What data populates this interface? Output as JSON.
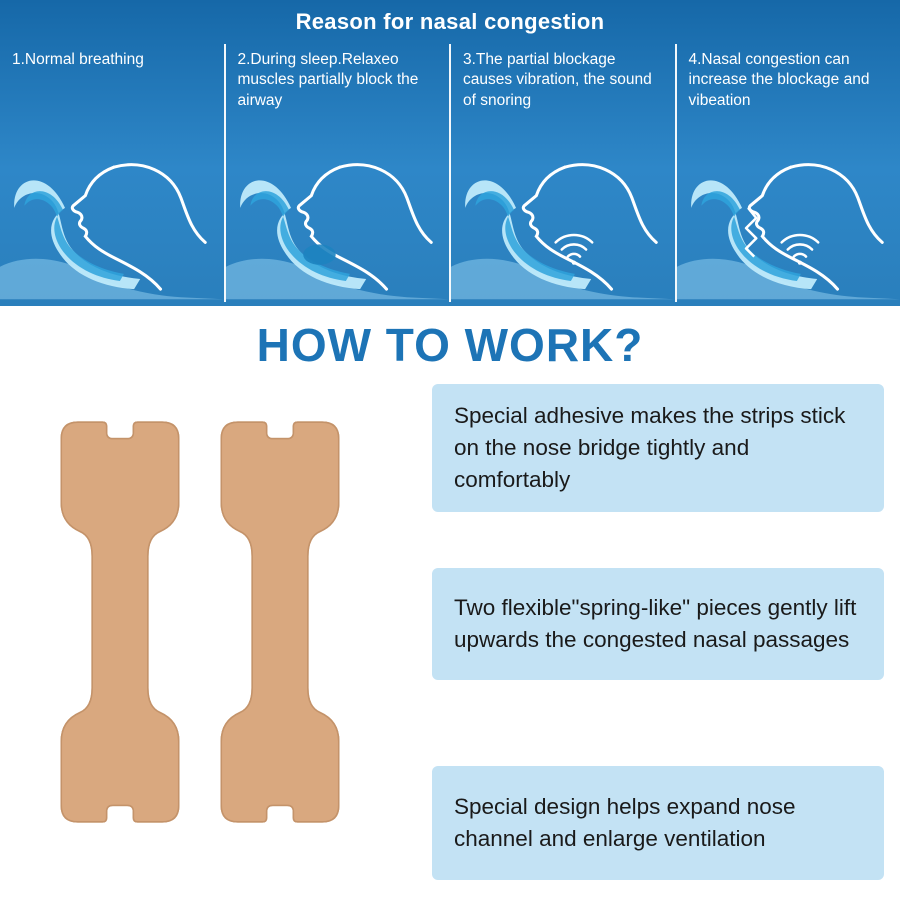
{
  "hero": {
    "title": "Reason for nasal congestion",
    "panels": [
      {
        "text": "1.Normal breathing"
      },
      {
        "text": "2.During sleep.Relaxeo muscles partially block the airway"
      },
      {
        "text": "3.The partial blockage causes vibration, the sound of snoring"
      },
      {
        "text": "4.Nasal congestion can increase the blockage and vibeation"
      }
    ]
  },
  "how": {
    "heading": "HOW TO WORK?",
    "points": [
      "Special adhesive makes the strips stick on the nose bridge tightly and comfortably",
      "Two flexible\"spring-like\" pieces gently lift upwards the congested nasal passages",
      "Special design helps expand nose channel and enlarge ventilation"
    ]
  },
  "icons": {
    "head_illustration": "sleeping-head-airflow-icon",
    "nasal_strip": "nasal-strip-icon"
  },
  "colors": {
    "hero_blue": "#2a82c2",
    "heading_blue": "#1d74b6",
    "feature_box_blue": "#c3e2f4",
    "strip_tan": "#d9a87f",
    "airflow_light": "#bfeafb",
    "airflow_dark": "#2fa3dc"
  }
}
